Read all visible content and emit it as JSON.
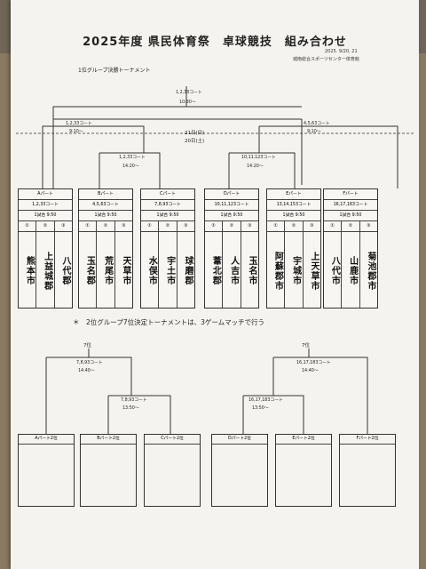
{
  "header": {
    "title": "2025年度 県民体育祭　卓球競技　組み合わせ",
    "date": "2025. 9/20, 21",
    "organizer": "城南総合スポーツセンター体育館"
  },
  "section1": {
    "heading": "1位グループ決勝トーナメント",
    "final_court": "1,2,33コート",
    "final_time": "10:30～",
    "left_semi_court": "1,2,33コート",
    "left_semi_time": "9:10～",
    "right_semi_court": "4,5,63コート",
    "right_semi_time": "9:10～",
    "day21": "21日(日)",
    "day20": "20日(土)",
    "left_qf_court": "1,2,33コート",
    "left_qf_time": "14:20～",
    "right_qf_court": "10,11,123コート",
    "right_qf_time": "14:20～"
  },
  "parts": [
    {
      "name": "Aパート",
      "court": "1,2,33コート",
      "match": "1試合 9:50",
      "slots": [
        "①",
        "②",
        "③"
      ],
      "teams": [
        "熊本市",
        "上益城郡",
        "八代郡"
      ]
    },
    {
      "name": "Bパート",
      "court": "4,5,63コート",
      "match": "1試合 9:50",
      "slots": [
        "①",
        "②",
        "③"
      ],
      "teams": [
        "玉名郡",
        "荒尾市",
        "天草市"
      ]
    },
    {
      "name": "Cパート",
      "court": "7,8,93コート",
      "match": "1試合 9:50",
      "slots": [
        "①",
        "②",
        "③"
      ],
      "teams": [
        "水俣市",
        "宇土市",
        "球磨郡"
      ]
    },
    {
      "name": "Dパート",
      "court": "10,11,123コート",
      "match": "1試合 9:50",
      "slots": [
        "①",
        "②",
        "③"
      ],
      "teams": [
        "葦北郡",
        "人吉市",
        "玉名市"
      ]
    },
    {
      "name": "Eパート",
      "court": "13,14,153コート",
      "match": "1試合 9:50",
      "slots": [
        "①",
        "②",
        "③"
      ],
      "teams": [
        "阿蘇郡市",
        "宇城市",
        "上天草市"
      ]
    },
    {
      "name": "Fパート",
      "court": "16,17,183コート",
      "match": "1試合 9:50",
      "slots": [
        "①",
        "②",
        "③"
      ],
      "teams": [
        "八代市",
        "山鹿市",
        "菊池郡市"
      ]
    }
  ],
  "section2": {
    "bullet": "＊",
    "heading": "2位グループ7位決定トーナメントは、3ゲームマッチで行う",
    "left_place": "7位",
    "right_place": "7位",
    "left_final_court": "7,8,93コート",
    "left_final_time": "14:40～",
    "left_semi_court": "7,8,93コート",
    "left_semi_time": "13:50～",
    "right_final_court": "16,17,183コート",
    "right_final_time": "14:40～",
    "right_semi_court": "16,17,183コート",
    "right_semi_time": "13:50～",
    "boxes": [
      "Aパート2位",
      "Bパート2位",
      "Cパート2位",
      "Dパート2位",
      "Eパート2位",
      "Fパート2位"
    ]
  }
}
